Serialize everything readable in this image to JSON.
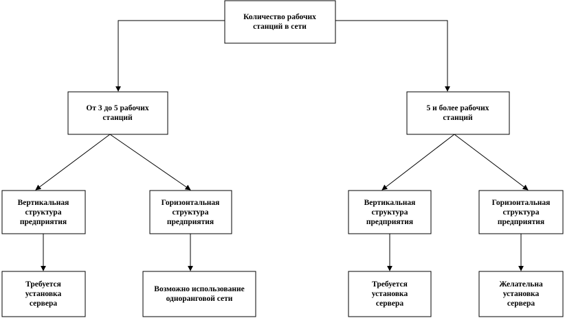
{
  "nodes": {
    "root": {
      "lines": [
        "Количество рабочих",
        "станций в сети"
      ]
    },
    "left_mid": {
      "lines": [
        "От 3  до 5 рабочих",
        "станций"
      ]
    },
    "right_mid": {
      "lines": [
        "5 и более рабочих",
        "станций"
      ]
    },
    "left_vertical": {
      "lines": [
        "Вертикальная",
        "структура",
        "предприятия"
      ]
    },
    "left_horizontal": {
      "lines": [
        "Горизонтальная",
        "структура",
        "предприятия"
      ]
    },
    "right_vertical": {
      "lines": [
        "Вертикальная",
        "структура",
        "предприятия"
      ]
    },
    "right_horizontal": {
      "lines": [
        "Горизонтальная",
        "структура",
        "предприятия"
      ]
    },
    "left_vertical_result": {
      "lines": [
        "Требуется",
        "установка",
        "сервера"
      ]
    },
    "left_horizontal_result": {
      "lines": [
        "Возможно использование",
        "одноранговой сети"
      ]
    },
    "right_vertical_result": {
      "lines": [
        "Требуется",
        "установка",
        "сервера"
      ]
    },
    "right_horizontal_result": {
      "lines": [
        "Желательна",
        "установка",
        "сервера"
      ]
    }
  }
}
